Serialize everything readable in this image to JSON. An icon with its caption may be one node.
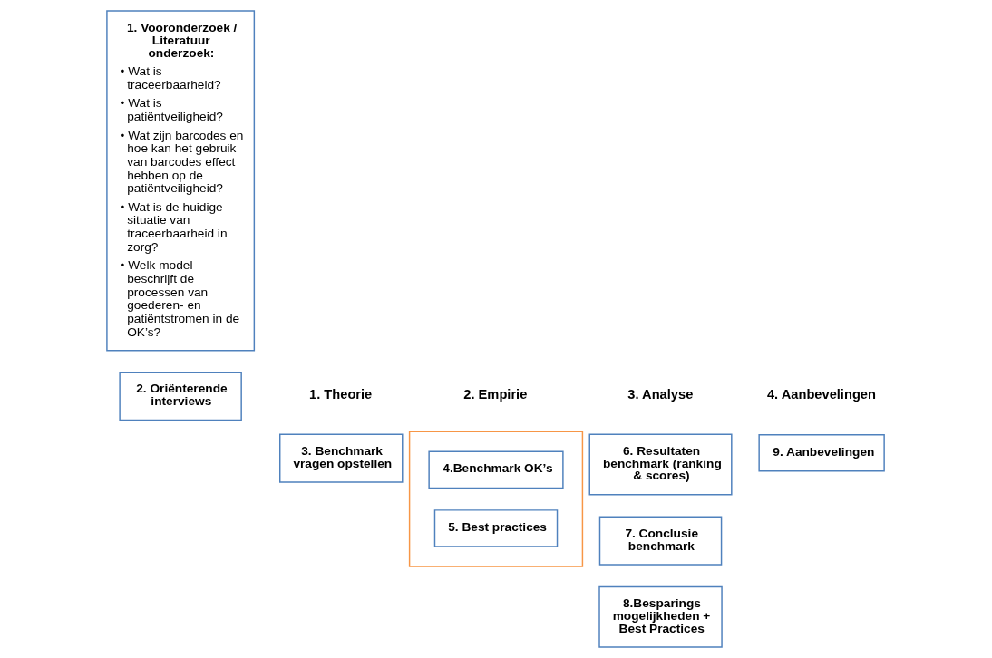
{
  "diagram": {
    "nodes": [
      {
        "text": [
          "1. Vooronderzoek / Literatuur onderzoek:",
          "• Wat is traceerbaarheid?",
          "• Wat is patiëntveiligheid?",
          "• Wat zijn barcodes en hoe kan het gebruik van barcodes effect hebben op de patiëntveiligheid?",
          "• Wat is de huidige situatie van traceerbaarheid in zorg?",
          "• Welk model beschrijft de processen van goederen- en patiëntstromen in de OK’s?"
        ]
      },
      {
        "text": [
          "2. Oriënterende interviews"
        ]
      },
      {
        "text": [
          "3. Benchmark vragen opstellen"
        ]
      },
      {
        "text": [],
        "shape": "box"
      },
      {
        "text": [
          "4.Benchmark OK’s"
        ],
        "in": 3
      },
      {
        "text": [
          "5. Best practices"
        ],
        "in": 3
      },
      {
        "text": [
          "6. Resultaten benchmark (ranking & scores)"
        ]
      },
      {
        "text": [
          "7. Conclusie benchmark"
        ]
      },
      {
        "text": [
          "8.Besparings mogelijkheden + Best Practices"
        ]
      },
      {
        "text": [
          "9. Aanbevelingen"
        ]
      }
    ],
    "edges": [],
    "labels": [
      "1. Theorie",
      "2. Empirie",
      "3. Analyse",
      "4. Aanbevelingen"
    ]
  }
}
